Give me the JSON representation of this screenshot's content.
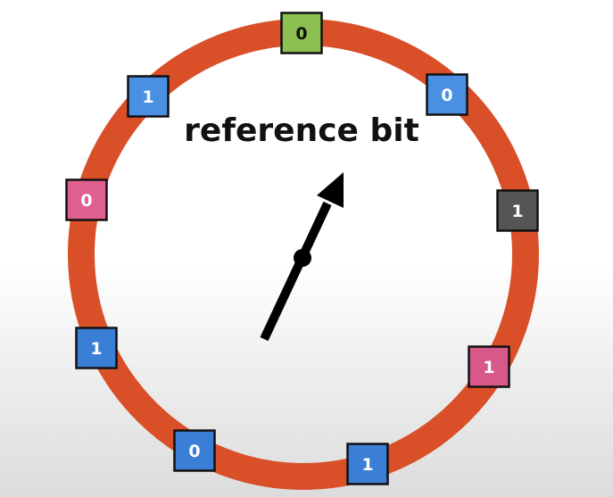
{
  "title": "reference bit",
  "colors": {
    "ring": "#d94f27",
    "hand": "#000000",
    "text": "#111111"
  },
  "frames": [
    {
      "bit": "0",
      "color": "#8cc152"
    },
    {
      "bit": "0",
      "color": "#4a90e2"
    },
    {
      "bit": "1",
      "color": "#555555"
    },
    {
      "bit": "1",
      "color": "#d9588a"
    },
    {
      "bit": "1",
      "color": "#3a7fd5"
    },
    {
      "bit": "0",
      "color": "#3a7fd5"
    },
    {
      "bit": "1",
      "color": "#3a7fd5"
    },
    {
      "bit": "0",
      "color": "#e06090"
    },
    {
      "bit": "1",
      "color": "#4a90e2"
    }
  ]
}
